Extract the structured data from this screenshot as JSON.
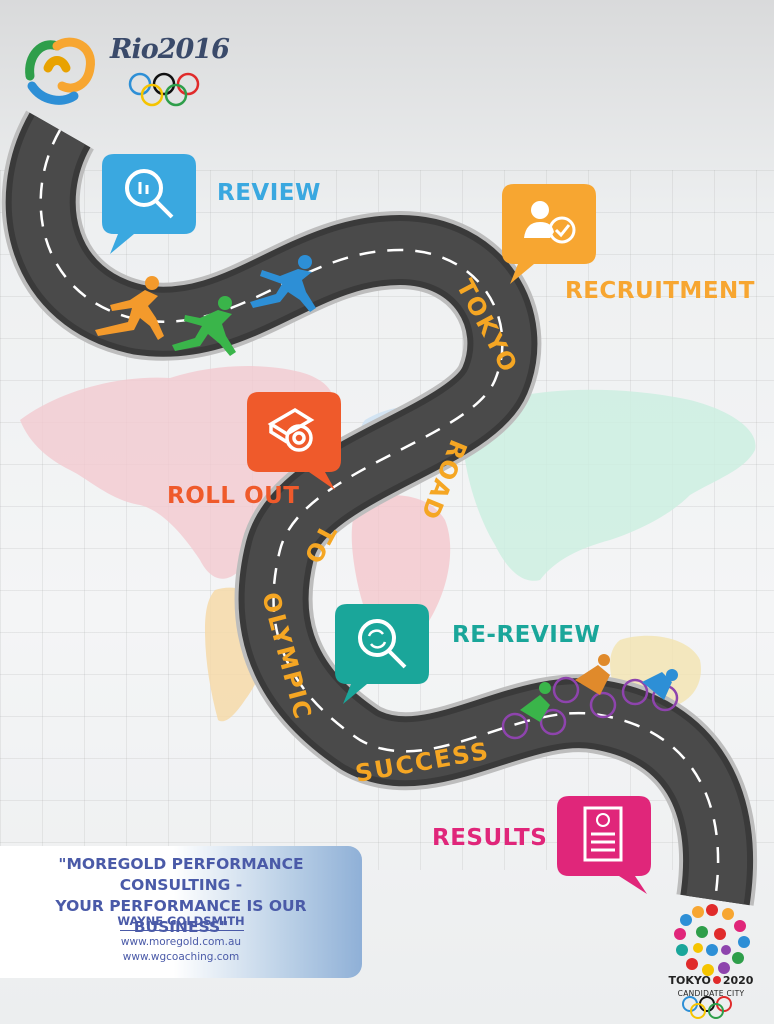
{
  "logos": {
    "rio_text": "Rio2016",
    "tokyo_line1_left": "TOKYO",
    "tokyo_line1_right": "2020",
    "tokyo_line2": "CANDIDATE CITY"
  },
  "steps": [
    {
      "label": "REVIEW",
      "color": "#3aa8e0",
      "icon": "magnifier-chart-icon"
    },
    {
      "label": "RECRUITMENT",
      "color": "#f7a631",
      "icon": "person-check-icon"
    },
    {
      "label": "ROLL OUT",
      "color": "#ef5a2b",
      "icon": "scroll-icon"
    },
    {
      "label": "RE-REVIEW",
      "color": "#1aa69a",
      "icon": "magnifier-refresh-icon"
    },
    {
      "label": "RESULTS",
      "color": "#e0267a",
      "icon": "report-card-icon"
    }
  ],
  "road_words": [
    "TOKYO",
    "ROAD",
    "TO",
    "OLYMPIC",
    "SUCCESS"
  ],
  "road_word_color": "#f5a623",
  "footer": {
    "quote_line1": "\"MOREGOLD PERFORMANCE CONSULTING -",
    "quote_line2": "YOUR PERFORMANCE IS OUR BUSINESS\"",
    "author": "WAYNE GOLDSMITH",
    "site1": "www.moregold.com.au",
    "site2": "www.wgcoaching.com"
  }
}
